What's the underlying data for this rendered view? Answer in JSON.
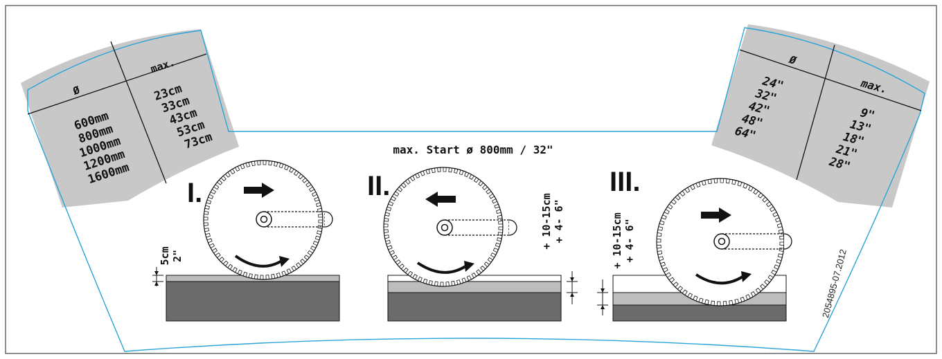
{
  "colors": {
    "panel": "#c8c8c8",
    "ground": "#6b6b6b",
    "layer": "#bdbdbd",
    "outline": "#29a3d8",
    "ink": "#111111"
  },
  "title": "max. Start ø 800mm / 32\"",
  "left_table": {
    "headers": [
      "Ø",
      "max."
    ],
    "rows": [
      [
        "600mm",
        "23cm"
      ],
      [
        "800mm",
        "33cm"
      ],
      [
        "1000mm",
        "43cm"
      ],
      [
        "1200mm",
        "53cm"
      ],
      [
        "1600mm",
        "73cm"
      ]
    ]
  },
  "right_table": {
    "headers": [
      "Ø",
      "max."
    ],
    "rows": [
      [
        "24\"",
        "9\""
      ],
      [
        "32\"",
        "13\""
      ],
      [
        "42\"",
        "18\""
      ],
      [
        "48\"",
        "21\""
      ],
      [
        "64\"",
        "28\""
      ]
    ]
  },
  "steps": [
    {
      "label": "I.",
      "depth_metric": "5cm",
      "depth_imperial": "2\"",
      "direction": "right-arrow-icon"
    },
    {
      "label": "II.",
      "depth_metric": "+ 10-15cm",
      "depth_imperial": "+ 4- 6\"",
      "direction": "left-arrow-icon"
    },
    {
      "label": "III.",
      "depth_metric": "+ 10-15cm",
      "depth_imperial": "+ 4- 6\"",
      "direction": "right-arrow-icon"
    }
  ],
  "doc_code": "2054895-07.2012"
}
